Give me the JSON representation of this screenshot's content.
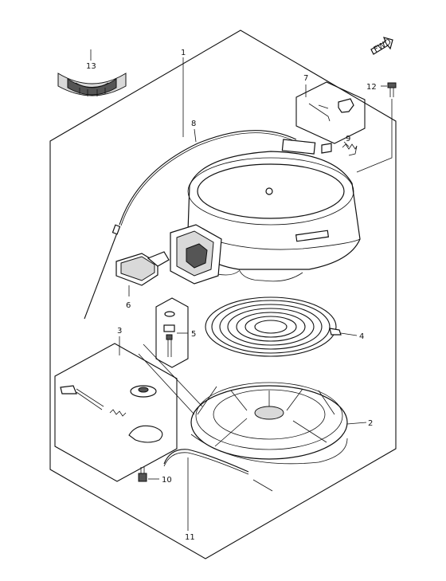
{
  "callouts": [
    {
      "id": "c1",
      "label": "1"
    },
    {
      "id": "c2",
      "label": "2"
    },
    {
      "id": "c3",
      "label": "3"
    },
    {
      "id": "c4",
      "label": "4"
    },
    {
      "id": "c5",
      "label": "5"
    },
    {
      "id": "c6",
      "label": "6"
    },
    {
      "id": "c7",
      "label": "7"
    },
    {
      "id": "c8",
      "label": "8"
    },
    {
      "id": "c9",
      "label": "9"
    },
    {
      "id": "c10",
      "label": "10"
    },
    {
      "id": "c11",
      "label": "11"
    },
    {
      "id": "c12",
      "label": "12"
    },
    {
      "id": "c13",
      "label": "13"
    }
  ],
  "fwd_label": "FWD"
}
